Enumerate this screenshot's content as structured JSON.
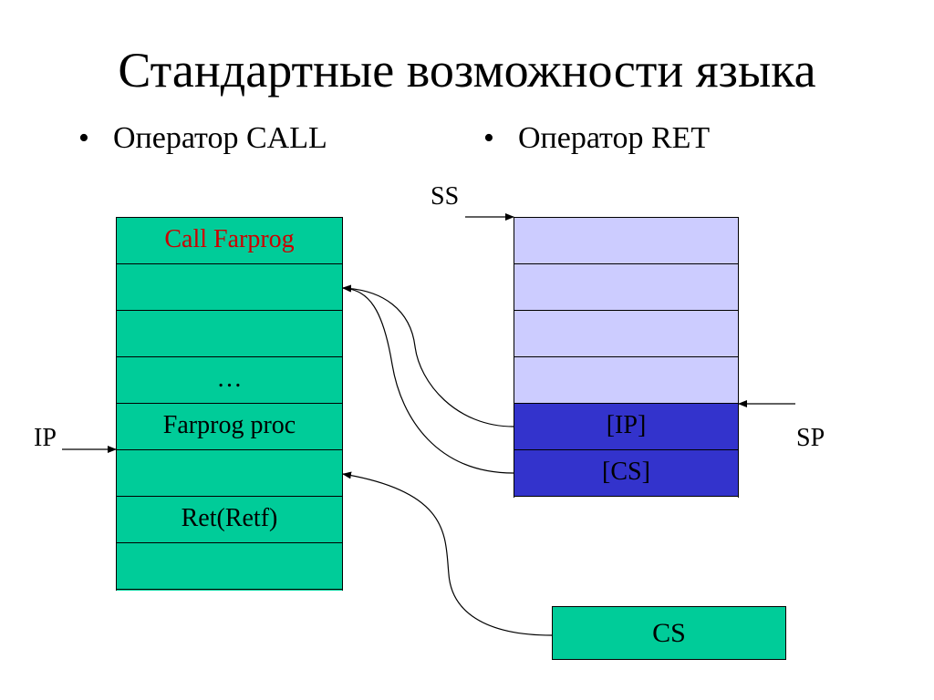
{
  "title": "Стандартные возможности языка",
  "bullets": {
    "symbol": "•",
    "call": "Оператор CALL",
    "ret": "Оператор RET"
  },
  "labels": {
    "ss": "SS",
    "ip": "IP",
    "sp": "SP"
  },
  "code_cells": [
    "Call Farprog",
    "",
    "",
    "…",
    "Farprog proc",
    "",
    "Ret(Retf)",
    ""
  ],
  "stack_cells": [
    "",
    "",
    "",
    "",
    "[IP]",
    "[CS]"
  ],
  "cs_box": "CS",
  "colors": {
    "code_block": "#00cc99",
    "stack_free": "#ccccff",
    "stack_used": "#3333cc",
    "call_text": "#cc0000"
  }
}
